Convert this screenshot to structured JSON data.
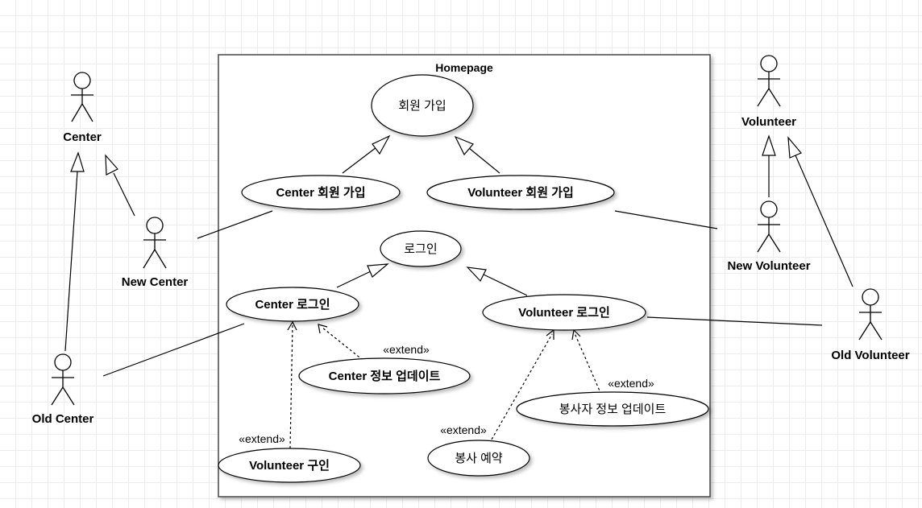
{
  "system": {
    "title": "Homepage"
  },
  "actors": {
    "center": "Center",
    "new_center": "New Center",
    "old_center": "Old Center",
    "volunteer": "Volunteer",
    "new_volunteer": "New Volunteer",
    "old_volunteer": "Old Volunteer"
  },
  "use_cases": {
    "signup": "회원 가입",
    "center_signup": "Center 회원 가입",
    "volunteer_signup": "Volunteer 회원 가입",
    "login": "로그인",
    "center_login": "Center 로그인",
    "volunteer_login": "Volunteer 로그인",
    "center_update": "Center 정보 업데이트",
    "volunteer_recruit": "Volunteer 구인",
    "volunteer_info_update": "봉사자 정보 업데이트",
    "volunteer_reserve": "봉사 예약"
  },
  "relations": {
    "extend_label": "«extend»"
  }
}
